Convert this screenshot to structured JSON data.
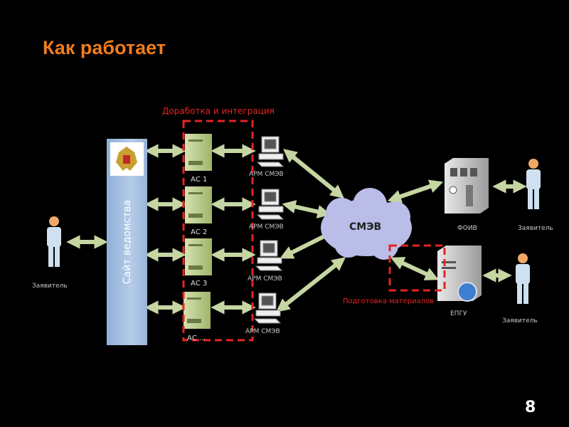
{
  "title": "Как работает",
  "page_number": "8",
  "labels": {
    "integration": "Доработка и интеграция",
    "preparation": "Подготовка материалов",
    "site": "Сайт ведомства",
    "smev": "СМЭВ",
    "foiv": "ФОИВ",
    "epgu": "ЕПГУ",
    "applicant_left": "Заявитель",
    "applicant_foiv": "Заявитель",
    "applicant_epgu": "Заявитель"
  },
  "systems": [
    {
      "as": "АС 1",
      "arm": "АРМ СМЭВ"
    },
    {
      "as": "АС 2",
      "arm": "АРМ СМЭВ"
    },
    {
      "as": "АС 3",
      "arm": "АРМ СМЭВ"
    },
    {
      "as": "АС ...",
      "arm": "АРМ СМЭВ"
    }
  ],
  "colors": {
    "title": "#f07d1c",
    "highlight": "#e52420",
    "arrow": "#c5d6a2",
    "cloud": "#b9bde8",
    "server": "#b6c985"
  }
}
